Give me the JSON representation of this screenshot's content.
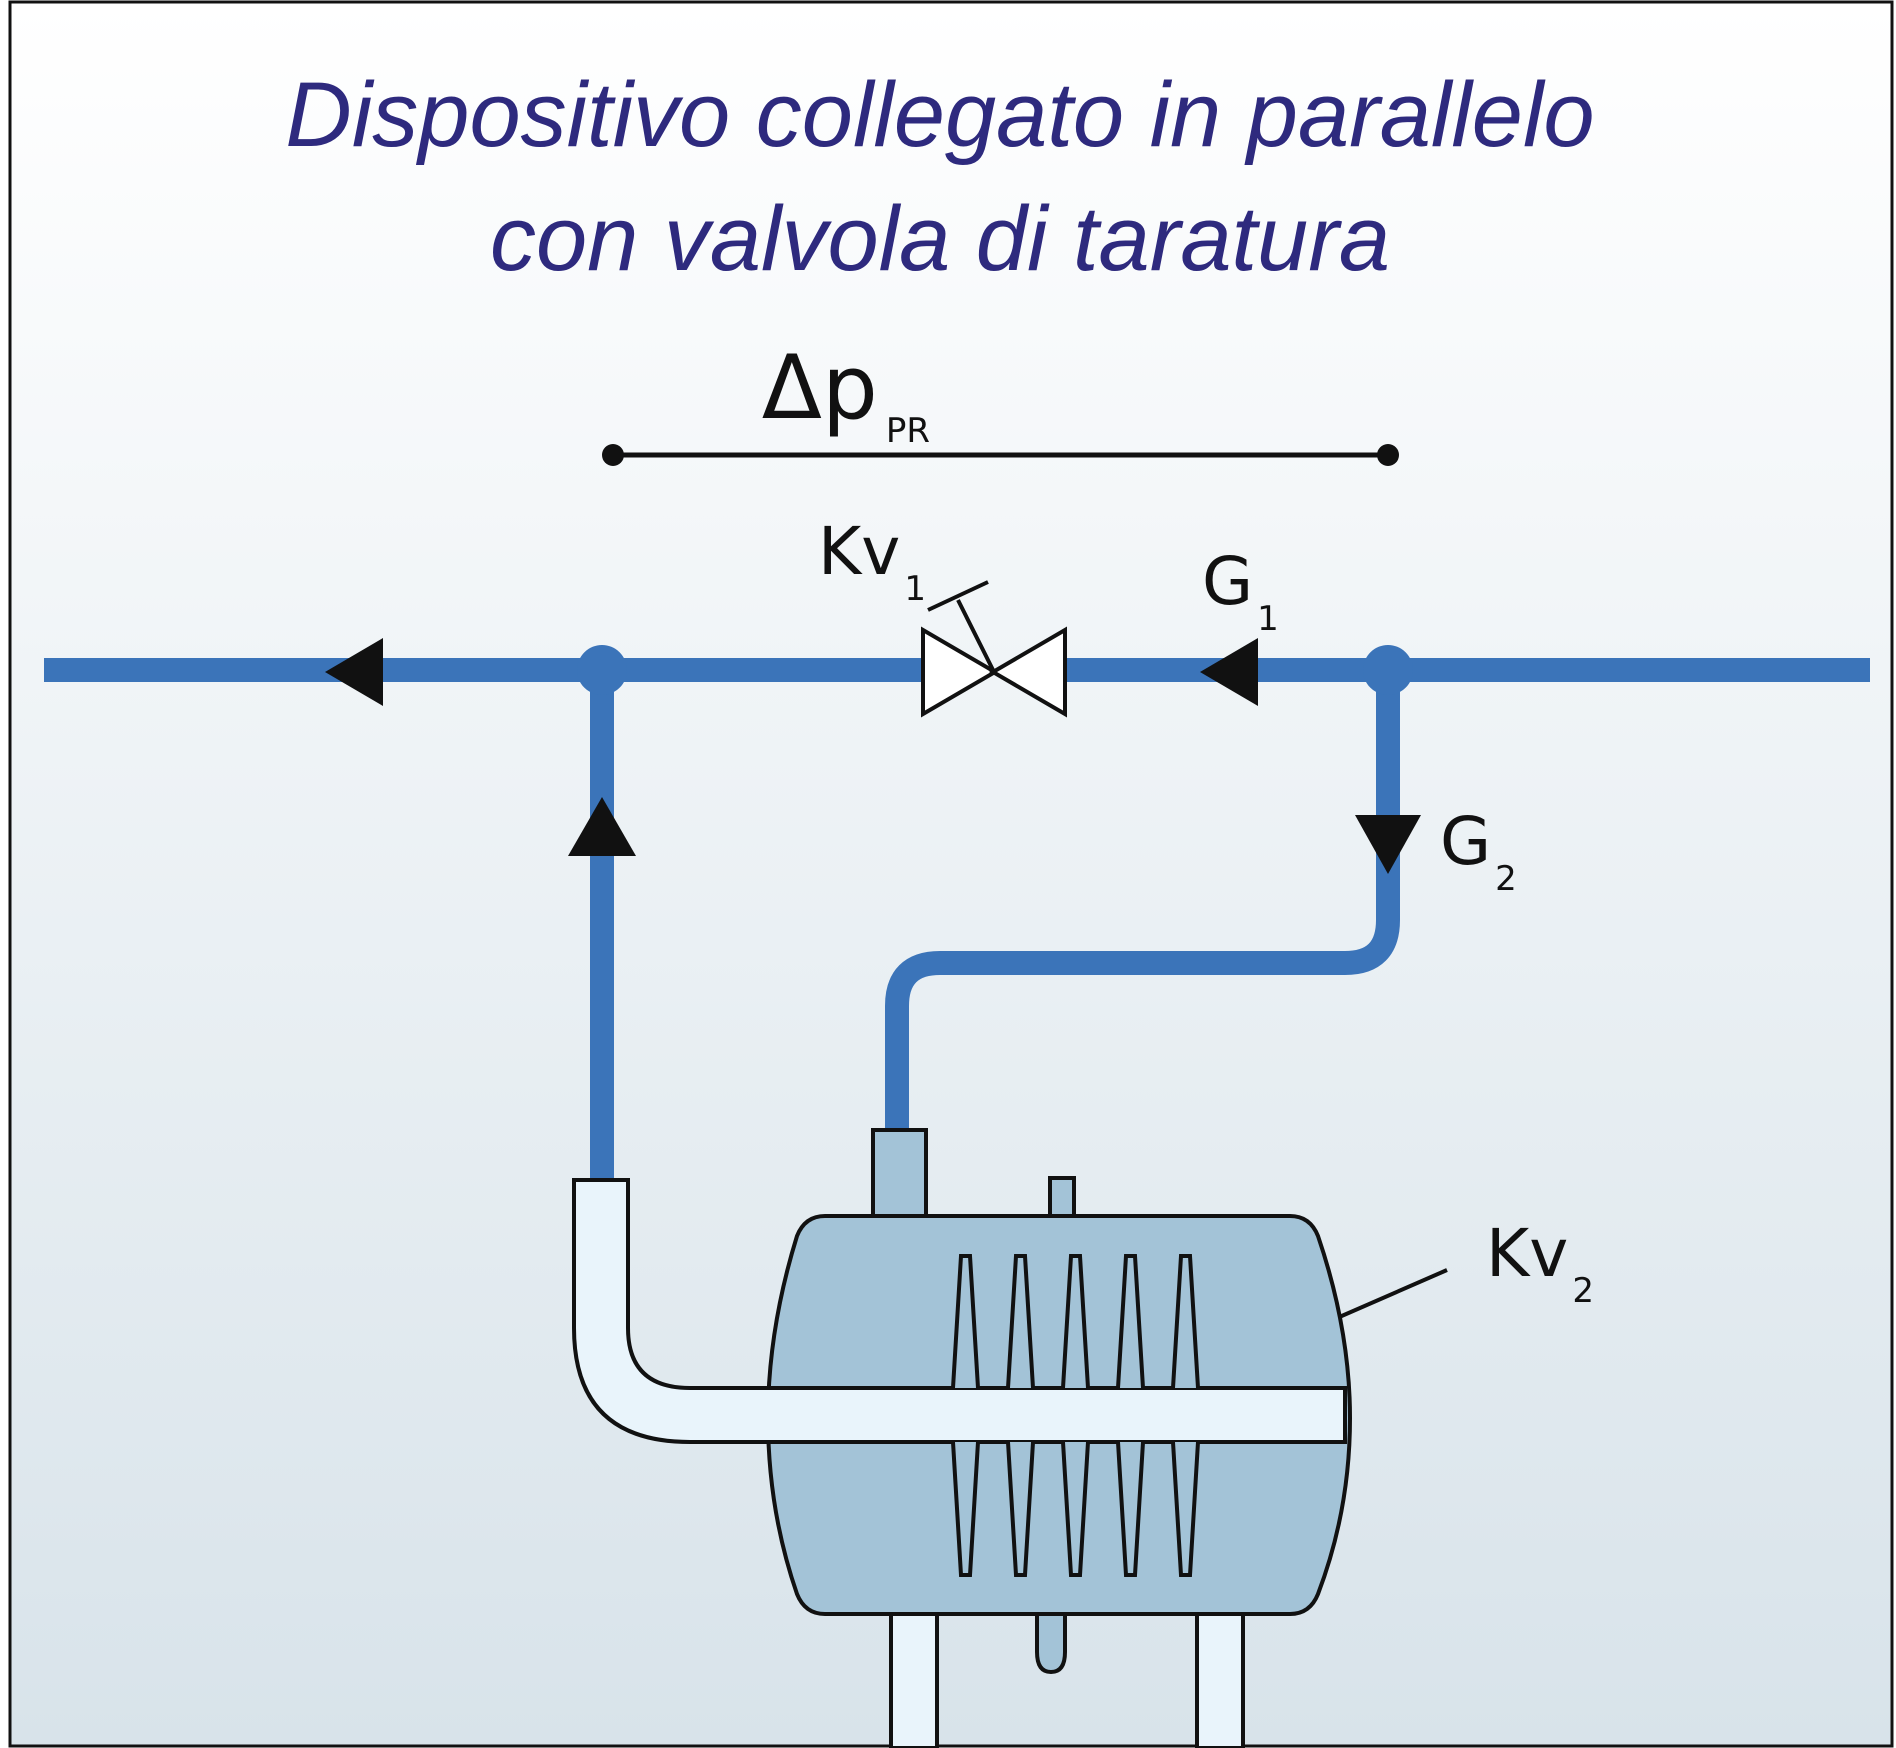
{
  "title": {
    "line1": "Dispositivo collegato in parallelo",
    "line2": "con valvola di taratura"
  },
  "labels": {
    "delta_p": {
      "main": "Δp",
      "sub": "PR"
    },
    "kv1": {
      "main": "Kv",
      "sub": "1"
    },
    "g1": {
      "main": "G",
      "sub": "1"
    },
    "g2": {
      "main": "G",
      "sub": "2"
    },
    "kv2": {
      "main": "Kv",
      "sub": "2"
    }
  },
  "colors": {
    "title": "#2e2a7e",
    "pipe_blue": "#3b74b9",
    "device_fill": "#a3c3d7",
    "light_pipe": "#e9f4fb",
    "outline": "#111111",
    "background_top": "#ffffff",
    "background_bottom": "#d8e3ea"
  },
  "icons": [
    "flow-arrow-left-icon",
    "flow-arrow-up-icon",
    "flow-arrow-down-icon",
    "balancing-valve-icon"
  ]
}
